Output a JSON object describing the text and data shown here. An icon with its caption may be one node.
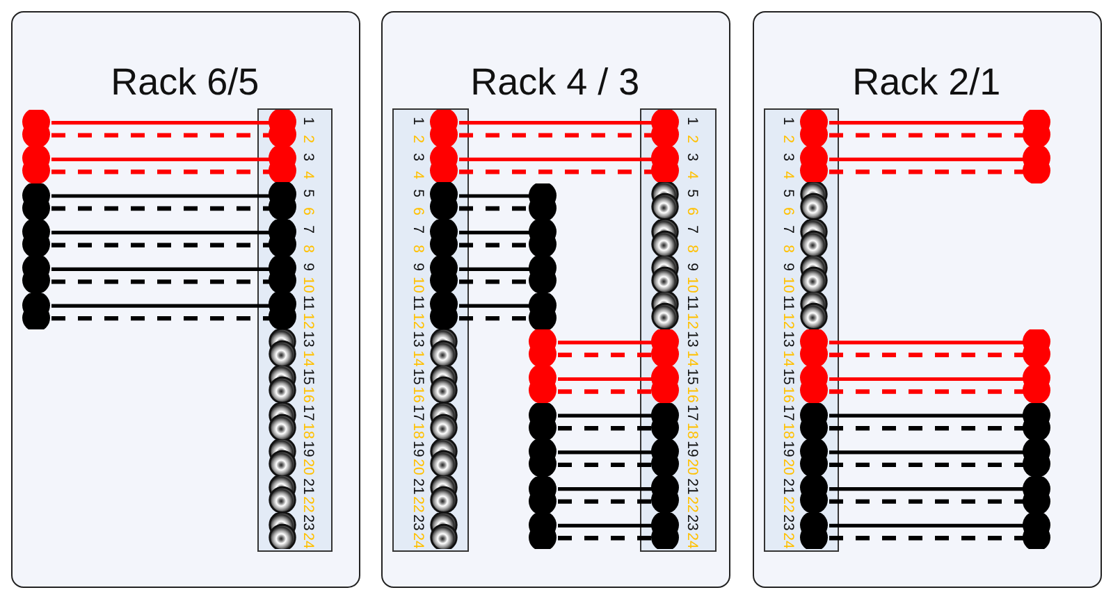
{
  "diagram": {
    "nodes": [
      {
        "text": [
          "Rack 6/5"
        ]
      },
      {
        "text": [],
        "shape": "circle",
        "in": 0
      },
      {
        "text": [],
        "shape": "circle",
        "in": 0
      },
      {
        "text": [],
        "shape": "circle",
        "in": 0
      },
      {
        "text": [],
        "shape": "circle",
        "in": 0
      },
      {
        "text": [],
        "shape": "circle",
        "in": 0
      },
      {
        "text": [],
        "shape": "circle",
        "in": 0
      },
      {
        "text": [
          "1",
          "2",
          "3",
          "4",
          "5",
          "6",
          "7",
          "8",
          "9",
          "10",
          "11",
          "12",
          "13",
          "14",
          "15",
          "16",
          "17",
          "18",
          "19",
          "20",
          "21",
          "22",
          "23",
          "24"
        ],
        "in": 0
      },
      {
        "text": [],
        "shape": "circle",
        "in": 7
      },
      {
        "text": [],
        "shape": "circle",
        "in": 7
      },
      {
        "text": [],
        "shape": "circle",
        "in": 7
      },
      {
        "text": [],
        "shape": "circle",
        "in": 7
      },
      {
        "text": [],
        "shape": "circle",
        "in": 7
      },
      {
        "text": [],
        "shape": "circle",
        "in": 7
      },
      {
        "text": [
          "Rack 4 / 3"
        ]
      },
      {
        "text": [
          "1",
          "2",
          "3",
          "4",
          "5",
          "6",
          "7",
          "8",
          "9",
          "10",
          "11",
          "12",
          "13",
          "14",
          "15",
          "16",
          "17",
          "18",
          "19",
          "20",
          "21",
          "22",
          "23",
          "24"
        ],
        "in": 14
      },
      {
        "text": [],
        "shape": "circle",
        "in": 15
      },
      {
        "text": [],
        "shape": "circle",
        "in": 15
      },
      {
        "text": [],
        "shape": "circle",
        "in": 15
      },
      {
        "text": [],
        "shape": "circle",
        "in": 15
      },
      {
        "text": [],
        "shape": "circle",
        "in": 15
      },
      {
        "text": [],
        "shape": "circle",
        "in": 15
      },
      {
        "text": [],
        "shape": "circle",
        "in": 14
      },
      {
        "text": [],
        "shape": "circle",
        "in": 14
      },
      {
        "text": [],
        "shape": "circle",
        "in": 14
      },
      {
        "text": [],
        "shape": "circle",
        "in": 14
      },
      {
        "text": [],
        "shape": "circle",
        "in": 14
      },
      {
        "text": [],
        "shape": "circle",
        "in": 14
      },
      {
        "text": [],
        "shape": "circle",
        "in": 14
      },
      {
        "text": [],
        "shape": "circle",
        "in": 14
      },
      {
        "text": [],
        "shape": "circle",
        "in": 14
      },
      {
        "text": [],
        "shape": "circle",
        "in": 14
      },
      {
        "text": [
          "1",
          "2",
          "3",
          "4",
          "5",
          "6",
          "7",
          "8",
          "9",
          "10",
          "11",
          "12",
          "13",
          "14",
          "15",
          "16",
          "17",
          "18",
          "19",
          "20",
          "21",
          "22",
          "23",
          "24"
        ],
        "in": 14
      },
      {
        "text": [],
        "shape": "circle",
        "in": 32
      },
      {
        "text": [],
        "shape": "circle",
        "in": 32
      },
      {
        "text": [],
        "shape": "circle",
        "in": 32
      },
      {
        "text": [],
        "shape": "circle",
        "in": 32
      },
      {
        "text": [],
        "shape": "circle",
        "in": 32
      },
      {
        "text": [],
        "shape": "circle",
        "in": 32
      },
      {
        "text": [],
        "shape": "circle",
        "in": 32
      },
      {
        "text": [],
        "shape": "circle",
        "in": 32
      },
      {
        "text": [
          "Rack 2/1"
        ]
      },
      {
        "text": [
          "1",
          "2",
          "3",
          "4",
          "5",
          "6",
          "7",
          "8",
          "9",
          "10",
          "11",
          "12",
          "13",
          "14",
          "15",
          "16",
          "17",
          "18",
          "19",
          "20",
          "21",
          "22",
          "23",
          "24"
        ],
        "in": 41
      },
      {
        "text": [],
        "shape": "circle",
        "in": 42
      },
      {
        "text": [],
        "shape": "circle",
        "in": 42
      },
      {
        "text": [],
        "shape": "circle",
        "in": 42
      },
      {
        "text": [],
        "shape": "circle",
        "in": 42
      },
      {
        "text": [],
        "shape": "circle",
        "in": 42
      },
      {
        "text": [],
        "shape": "circle",
        "in": 42
      },
      {
        "text": [],
        "shape": "circle",
        "in": 42
      },
      {
        "text": [],
        "shape": "circle",
        "in": 42
      },
      {
        "text": [],
        "shape": "circle",
        "in": 41
      },
      {
        "text": [],
        "shape": "circle",
        "in": 41
      },
      {
        "text": [],
        "shape": "circle",
        "in": 41
      },
      {
        "text": [],
        "shape": "circle",
        "in": 41
      },
      {
        "text": [],
        "shape": "circle",
        "in": 41
      },
      {
        "text": [],
        "shape": "circle",
        "in": 41
      },
      {
        "text": [],
        "shape": "circle",
        "in": 41
      },
      {
        "text": [],
        "shape": "circle",
        "in": 41
      }
    ],
    "edges": [
      {
        "from": 1,
        "to": 8,
        "arrow": "none",
        "color": "#ff0000"
      },
      {
        "from": 1,
        "to": 8,
        "arrow": "none",
        "style": "dashed",
        "color": "#ff0000"
      },
      {
        "from": 2,
        "to": 9,
        "arrow": "none",
        "color": "#ff0000"
      },
      {
        "from": 2,
        "to": 9,
        "arrow": "none",
        "style": "dashed",
        "color": "#ff0000"
      },
      {
        "from": 3,
        "to": 10,
        "arrow": "none"
      },
      {
        "from": 3,
        "to": 10,
        "arrow": "none",
        "style": "dashed"
      },
      {
        "from": 4,
        "to": 11,
        "arrow": "none"
      },
      {
        "from": 4,
        "to": 11,
        "arrow": "none",
        "style": "dashed"
      },
      {
        "from": 5,
        "to": 12,
        "arrow": "none"
      },
      {
        "from": 5,
        "to": 12,
        "arrow": "none",
        "style": "dashed"
      },
      {
        "from": 6,
        "to": 13,
        "arrow": "none"
      },
      {
        "from": 6,
        "to": 13,
        "arrow": "none",
        "style": "dashed"
      },
      {
        "from": 16,
        "to": 33,
        "arrow": "none",
        "color": "#ff0000"
      },
      {
        "from": 16,
        "to": 33,
        "arrow": "none",
        "style": "dashed",
        "color": "#ff0000"
      },
      {
        "from": 17,
        "to": 34,
        "arrow": "none",
        "color": "#ff0000"
      },
      {
        "from": 17,
        "to": 34,
        "arrow": "none",
        "style": "dashed",
        "color": "#ff0000"
      },
      {
        "from": 18,
        "to": 22,
        "arrow": "none"
      },
      {
        "from": 18,
        "to": 22,
        "arrow": "none",
        "style": "dashed"
      },
      {
        "from": 19,
        "to": 23,
        "arrow": "none"
      },
      {
        "from": 19,
        "to": 23,
        "arrow": "none",
        "style": "dashed"
      },
      {
        "from": 20,
        "to": 24,
        "arrow": "none"
      },
      {
        "from": 20,
        "to": 24,
        "arrow": "none",
        "style": "dashed"
      },
      {
        "from": 21,
        "to": 25,
        "arrow": "none"
      },
      {
        "from": 21,
        "to": 25,
        "arrow": "none",
        "style": "dashed"
      },
      {
        "from": 26,
        "to": 35,
        "arrow": "none",
        "color": "#ff0000"
      },
      {
        "from": 26,
        "to": 35,
        "arrow": "none",
        "style": "dashed",
        "color": "#ff0000"
      },
      {
        "from": 27,
        "to": 36,
        "arrow": "none",
        "color": "#ff0000"
      },
      {
        "from": 27,
        "to": 36,
        "arrow": "none",
        "style": "dashed",
        "color": "#ff0000"
      },
      {
        "from": 28,
        "to": 37,
        "arrow": "none"
      },
      {
        "from": 28,
        "to": 37,
        "arrow": "none",
        "style": "dashed"
      },
      {
        "from": 29,
        "to": 38,
        "arrow": "none"
      },
      {
        "from": 29,
        "to": 38,
        "arrow": "none",
        "style": "dashed"
      },
      {
        "from": 30,
        "to": 39,
        "arrow": "none"
      },
      {
        "from": 30,
        "to": 39,
        "arrow": "none",
        "style": "dashed"
      },
      {
        "from": 31,
        "to": 40,
        "arrow": "none"
      },
      {
        "from": 31,
        "to": 40,
        "arrow": "none",
        "style": "dashed"
      },
      {
        "from": 43,
        "to": 51,
        "arrow": "none",
        "color": "#ff0000"
      },
      {
        "from": 43,
        "to": 51,
        "arrow": "none",
        "style": "dashed",
        "color": "#ff0000"
      },
      {
        "from": 44,
        "to": 52,
        "arrow": "none",
        "color": "#ff0000"
      },
      {
        "from": 44,
        "to": 52,
        "arrow": "none",
        "style": "dashed",
        "color": "#ff0000"
      },
      {
        "from": 45,
        "to": 53,
        "arrow": "none",
        "color": "#ff0000"
      },
      {
        "from": 45,
        "to": 53,
        "arrow": "none",
        "style": "dashed",
        "color": "#ff0000"
      },
      {
        "from": 46,
        "to": 54,
        "arrow": "none",
        "color": "#ff0000"
      },
      {
        "from": 46,
        "to": 54,
        "arrow": "none",
        "style": "dashed",
        "color": "#ff0000"
      },
      {
        "from": 47,
        "to": 55,
        "arrow": "none"
      },
      {
        "from": 47,
        "to": 55,
        "arrow": "none",
        "style": "dashed"
      },
      {
        "from": 48,
        "to": 56,
        "arrow": "none"
      },
      {
        "from": 48,
        "to": 56,
        "arrow": "none",
        "style": "dashed"
      },
      {
        "from": 49,
        "to": 57,
        "arrow": "none"
      },
      {
        "from": 49,
        "to": 57,
        "arrow": "none",
        "style": "dashed"
      },
      {
        "from": 50,
        "to": 58,
        "arrow": "none"
      },
      {
        "from": 50,
        "to": 58,
        "arrow": "none",
        "style": "dashed"
      }
    ]
  }
}
